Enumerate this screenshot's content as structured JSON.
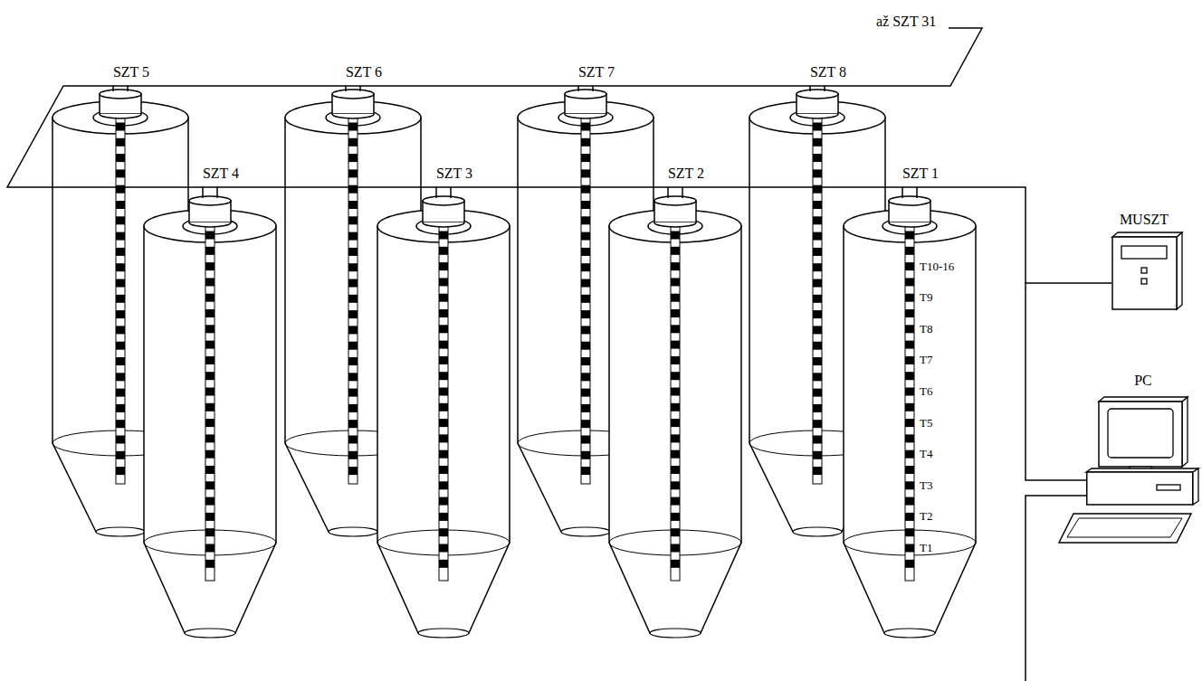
{
  "diagram": {
    "nodes": [
      {
        "text": [
          "MUSZT"
        ]
      },
      {
        "text": [
          "PC"
        ]
      }
    ],
    "edges": [
      {
        "from": 0,
        "to": 1,
        "arrow": "none"
      }
    ],
    "labels": [
      "až SZT 31",
      "SZT 5",
      "SZT 6",
      "SZT 7",
      "SZT 8",
      "SZT 4",
      "SZT 3",
      "SZT 2",
      "SZT 1",
      "T10-16",
      "T9",
      "T8",
      "T7",
      "T6",
      "T5",
      "T4",
      "T3",
      "T2",
      "T1"
    ]
  }
}
